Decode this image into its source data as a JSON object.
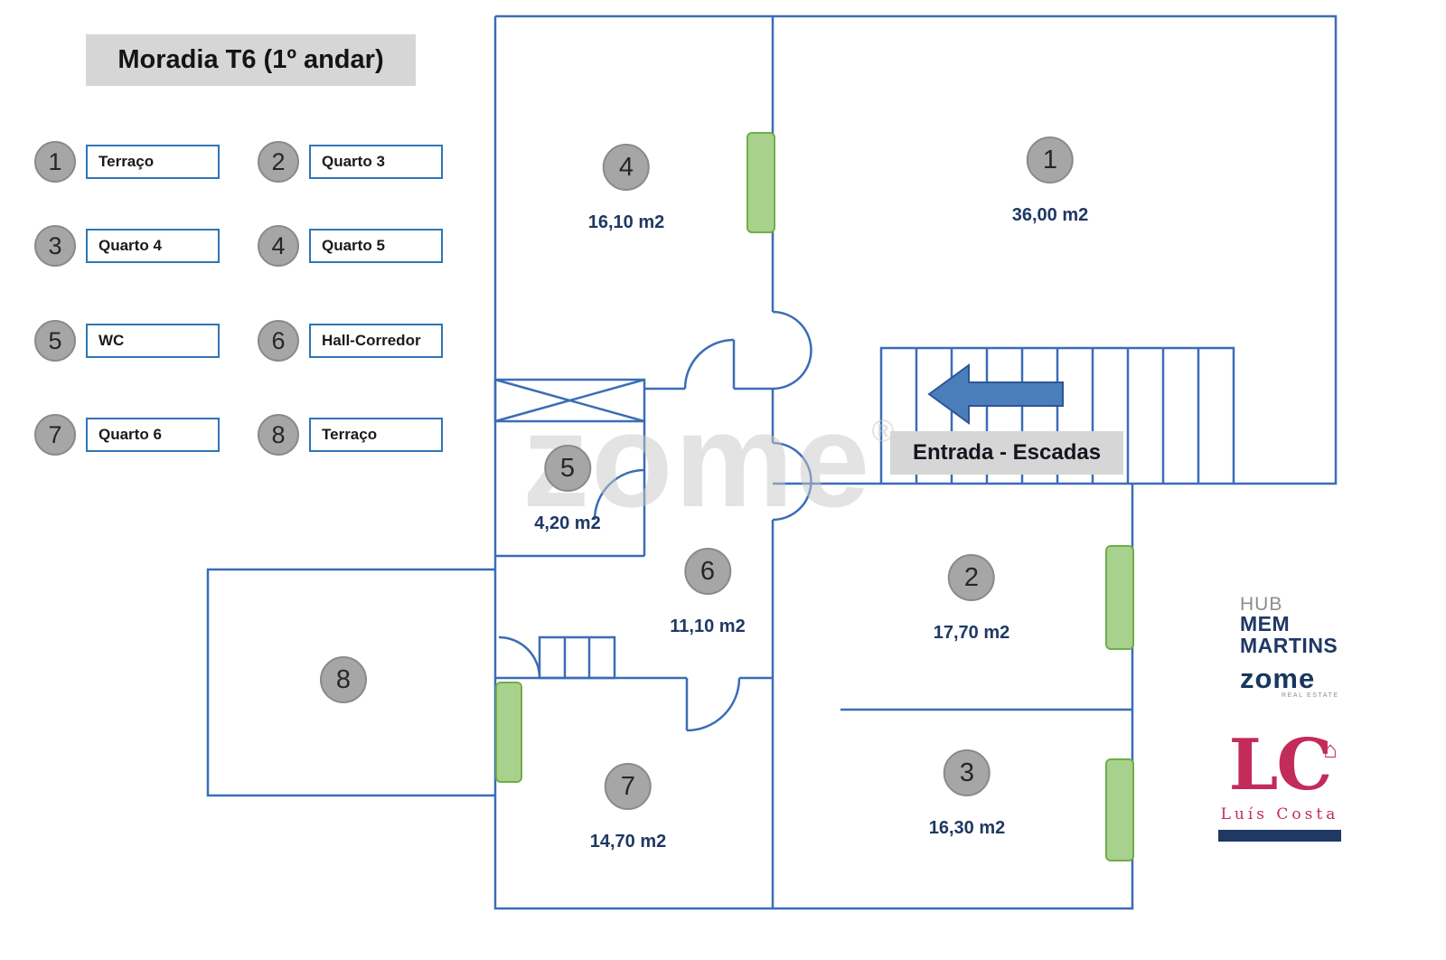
{
  "title": "Moradia T6 (1º andar)",
  "legend": [
    {
      "num": "1",
      "label": "Terraço"
    },
    {
      "num": "2",
      "label": "Quarto 3"
    },
    {
      "num": "3",
      "label": "Quarto 4"
    },
    {
      "num": "4",
      "label": "Quarto 5"
    },
    {
      "num": "5",
      "label": "WC"
    },
    {
      "num": "6",
      "label": "Hall-Corredor"
    },
    {
      "num": "7",
      "label": "Quarto 6"
    },
    {
      "num": "8",
      "label": "Terraço"
    }
  ],
  "rooms": [
    {
      "num": "4",
      "area": "16,10 m2"
    },
    {
      "num": "1",
      "area": "36,00 m2"
    },
    {
      "num": "5",
      "area": "4,20 m2"
    },
    {
      "num": "6",
      "area": "11,10 m2"
    },
    {
      "num": "2",
      "area": "17,70 m2"
    },
    {
      "num": "8",
      "area": ""
    },
    {
      "num": "7",
      "area": "14,70 m2"
    },
    {
      "num": "3",
      "area": "16,30 m2"
    }
  ],
  "entrance": {
    "label": "Entrada - Escadas"
  },
  "watermark": {
    "text": "zome",
    "reg": "®"
  },
  "branding": {
    "hub": {
      "line1": "HUB",
      "line2": "MEM",
      "line3": "MARTINS"
    },
    "zome": {
      "logo": "zome",
      "tagline": "REAL ESTATE"
    },
    "lc": {
      "monogram": "LC",
      "name": "Luís Costa"
    }
  },
  "icons": {
    "house": "⌂"
  },
  "colors": {
    "plan_line": "#3a6db6",
    "area_text": "#1f3864",
    "marker_fill": "#a6a6a6",
    "window_fill": "#a9d18e",
    "window_border": "#70ad47",
    "arrow_fill": "#4a7ebb",
    "label_bg": "#d6d6d6",
    "accent_pink": "#c22b5a",
    "brand_navy": "#1f3864"
  }
}
